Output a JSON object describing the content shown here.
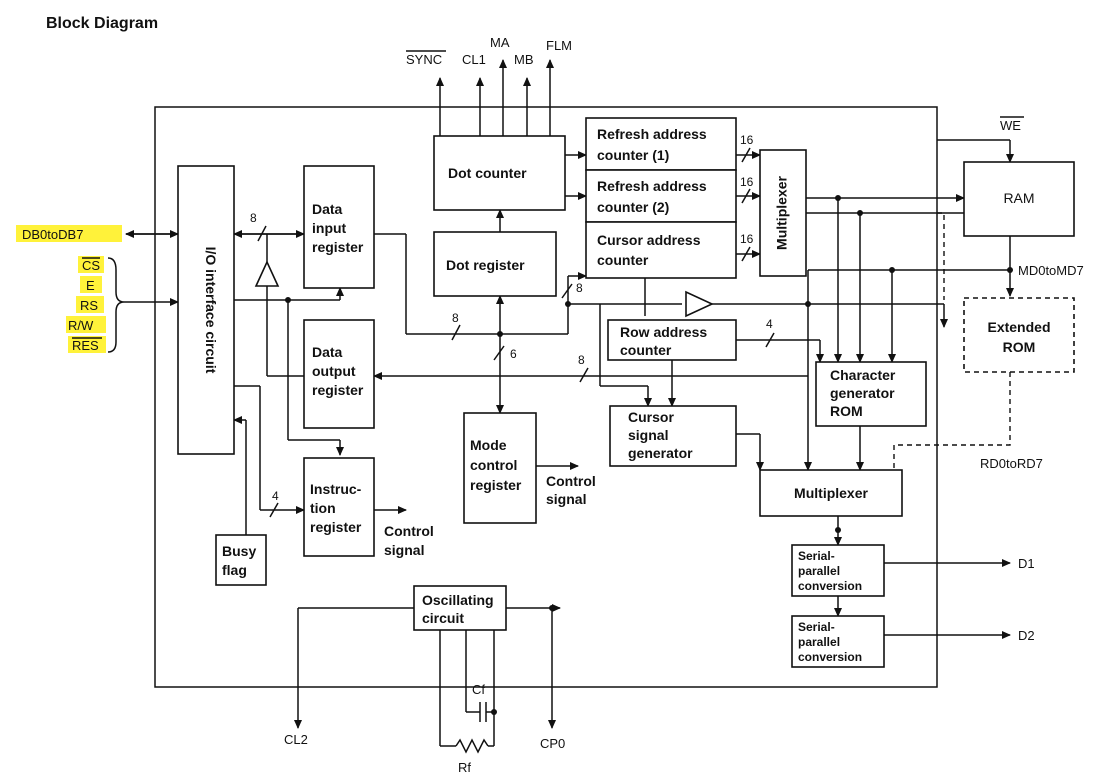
{
  "title": "Block Diagram",
  "blocks": {
    "io_interface": "I/O interface circuit",
    "data_input": [
      "Data",
      "input",
      "register"
    ],
    "data_output": [
      "Data",
      "output",
      "register"
    ],
    "instruction": [
      "Instruc-",
      "tion",
      "register"
    ],
    "busy_flag": [
      "Busy",
      "flag"
    ],
    "dot_counter": "Dot counter",
    "dot_register": "Dot register",
    "mode_control": [
      "Mode",
      "control",
      "register"
    ],
    "refresh1": [
      "Refresh address",
      "counter  (1)"
    ],
    "refresh2": [
      "Refresh address",
      "counter  (2)"
    ],
    "cursor_counter": [
      "Cursor address",
      "counter"
    ],
    "multiplexer_v": "Multiplexer",
    "ram": "RAM",
    "extended_rom": [
      "Extended",
      "ROM"
    ],
    "row_counter": [
      "Row address",
      "counter"
    ],
    "char_gen": [
      "Character",
      "generator",
      "ROM"
    ],
    "cursor_gen": [
      "Cursor",
      "signal",
      "generator"
    ],
    "multiplexer_h": "Multiplexer",
    "serial1": [
      "Serial-",
      "parallel",
      "conversion"
    ],
    "serial2": [
      "Serial-",
      "parallel",
      "conversion"
    ],
    "oscillator": [
      "Oscillating",
      "circuit"
    ]
  },
  "pins": {
    "db": "DB0toDB7",
    "cs": "CS",
    "e": "E",
    "rs": "RS",
    "rw": "R/W",
    "res": "RES",
    "sync": "SYNC",
    "cl1": "CL1",
    "ma": "MA",
    "mb": "MB",
    "flm": "FLM",
    "we": "WE",
    "md": "MD0toMD7",
    "rd": "RD0toRD7",
    "d1": "D1",
    "d2": "D2",
    "cl2": "CL2",
    "cp0": "CP0",
    "cf": "Cf",
    "rf": "Rf"
  },
  "signals": {
    "control1": [
      "Control",
      "signal"
    ],
    "control2": [
      "Control",
      "signal"
    ]
  },
  "bus_widths": {
    "b8a": "8",
    "b8b": "8",
    "b8c": "8",
    "b8d": "8",
    "b6": "6",
    "b4a": "4",
    "b4b": "4",
    "b16a": "16",
    "b16b": "16",
    "b16c": "16"
  },
  "colors": {
    "highlight": "#fff23a",
    "ink": "#111111"
  }
}
